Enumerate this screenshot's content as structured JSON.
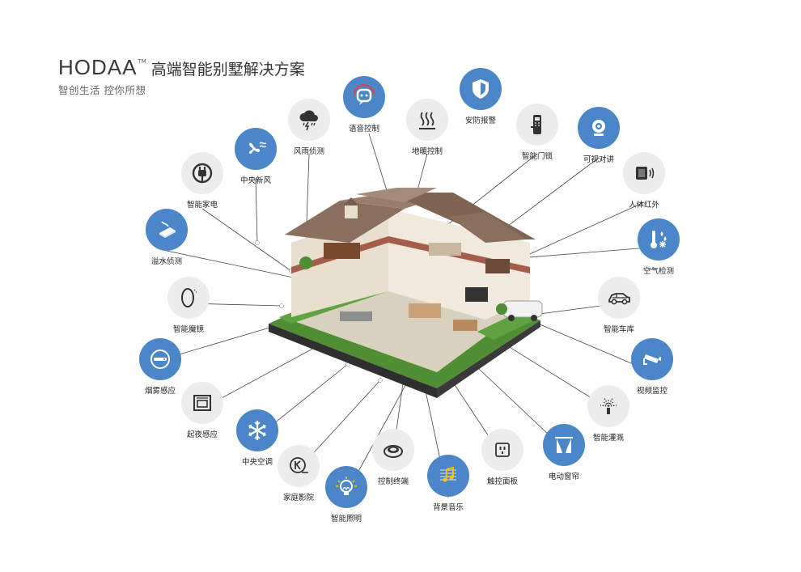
{
  "brand": {
    "logo": "HODAA",
    "trademark": "TM",
    "title": "高端智能别墅解决方案",
    "subtitle": "智创生活 控你所想"
  },
  "colors": {
    "accent": "#4a86c8",
    "neutral": "#ececec",
    "roof": "#8b6f5e",
    "wall": "#e6dccb",
    "lawn": "#5a9a3c"
  },
  "features": [
    {
      "id": "voice",
      "label": "语音控制",
      "icon": "voice-control-icon",
      "style": "blue"
    },
    {
      "id": "security",
      "label": "安防报警",
      "icon": "shield-icon",
      "style": "blue"
    },
    {
      "id": "storm",
      "label": "风雨侦测",
      "icon": "storm-cloud-icon",
      "style": "grey"
    },
    {
      "id": "floorheat",
      "label": "地暖控制",
      "icon": "floor-heating-icon",
      "style": "grey"
    },
    {
      "id": "lock",
      "label": "智能门锁",
      "icon": "door-lock-icon",
      "style": "grey"
    },
    {
      "id": "intercom",
      "label": "可视对讲",
      "icon": "video-intercom-icon",
      "style": "blue"
    },
    {
      "id": "freshair",
      "label": "中央新风",
      "icon": "fan-icon",
      "style": "blue"
    },
    {
      "id": "appliance",
      "label": "智能家电",
      "icon": "plug-icon",
      "style": "grey"
    },
    {
      "id": "pir",
      "label": "人体红外",
      "icon": "infrared-sensor-icon",
      "style": "grey"
    },
    {
      "id": "air",
      "label": "空气检测",
      "icon": "air-quality-icon",
      "style": "blue"
    },
    {
      "id": "leak",
      "label": "溢水侦测",
      "icon": "water-leak-icon",
      "style": "blue"
    },
    {
      "id": "mirror",
      "label": "智能魔镜",
      "icon": "mirror-icon",
      "style": "grey"
    },
    {
      "id": "garage",
      "label": "智能车库",
      "icon": "car-icon",
      "style": "grey"
    },
    {
      "id": "smoke",
      "label": "烟雾感应",
      "icon": "smoke-detector-icon",
      "style": "blue"
    },
    {
      "id": "cctv",
      "label": "视频监控",
      "icon": "cctv-camera-icon",
      "style": "blue"
    },
    {
      "id": "nightlight",
      "label": "起夜感应",
      "icon": "oven-icon",
      "style": "grey"
    },
    {
      "id": "sprinkler",
      "label": "智能灌溉",
      "icon": "sprinkler-icon",
      "style": "grey"
    },
    {
      "id": "hvac",
      "label": "中央空调",
      "icon": "snowflake-icon",
      "style": "blue"
    },
    {
      "id": "cinema",
      "label": "家庭影院",
      "icon": "home-theater-icon",
      "style": "grey"
    },
    {
      "id": "terminal",
      "label": "控制终端",
      "icon": "control-terminal-icon",
      "style": "grey"
    },
    {
      "id": "switch",
      "label": "触控面板",
      "icon": "touch-panel-icon",
      "style": "grey"
    },
    {
      "id": "curtain",
      "label": "电动窗帘",
      "icon": "curtain-icon",
      "style": "blue"
    },
    {
      "id": "music",
      "label": "背景音乐",
      "icon": "music-note-icon",
      "style": "blue"
    },
    {
      "id": "lighting",
      "label": "智能照明",
      "icon": "light-bulb-icon",
      "style": "blue"
    }
  ]
}
